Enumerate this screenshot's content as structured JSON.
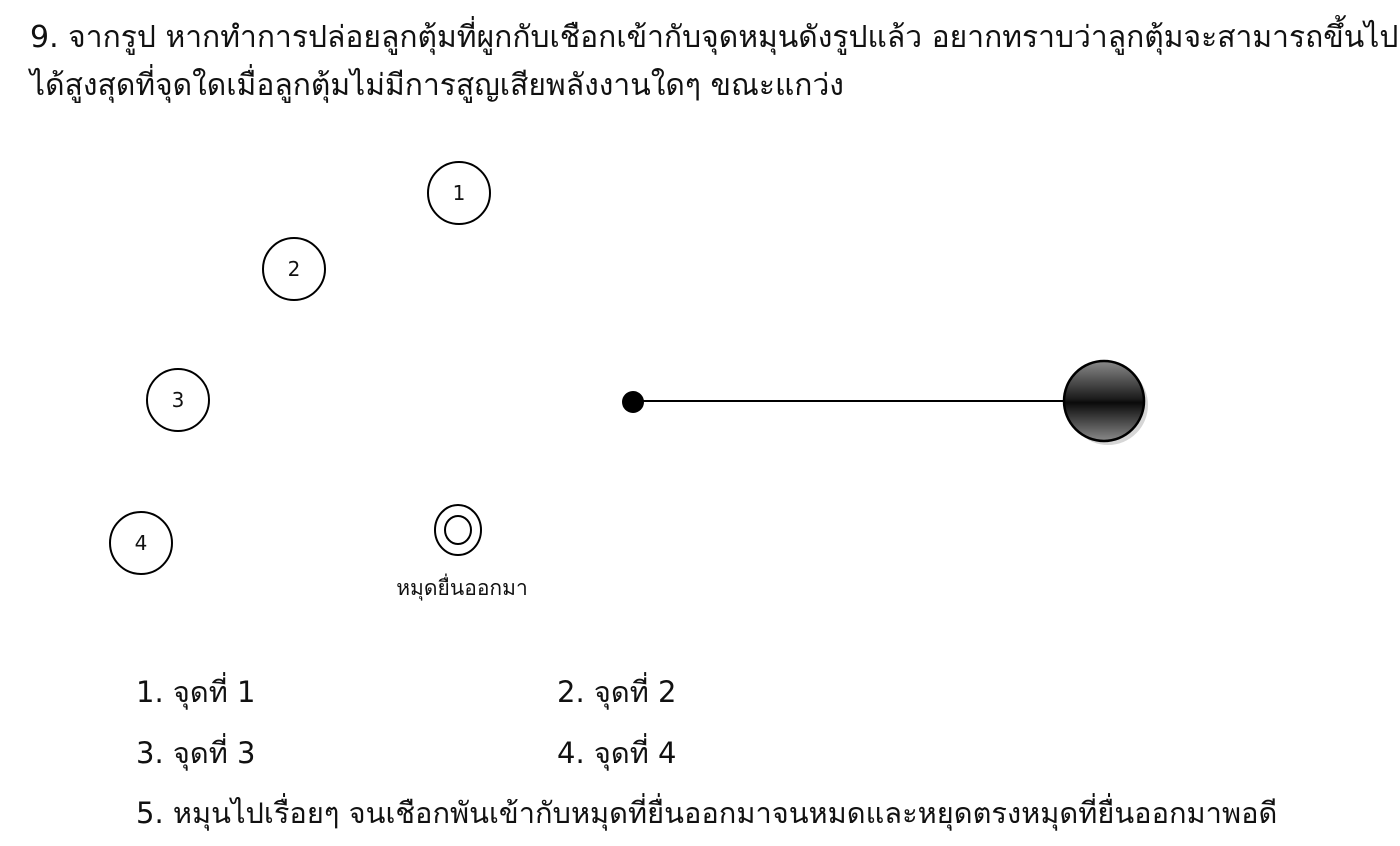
{
  "question": {
    "line1": "9. จากรูป หากทำการปล่อยลูกตุ้มที่ผูกกับเชือกเข้ากับจุดหมุนดังรูปแล้ว อยากทราบว่าลูกตุ้มจะสามารถขึ้นไป",
    "line2": "ได้สูงสุดที่จุดใดเมื่อลูกตุ้มไม่มีการสูญเสียพลังงานใดๆ ขณะแกว่ง"
  },
  "figure": {
    "points": [
      "1",
      "2",
      "3",
      "4"
    ],
    "peg_label": "หมุดยื่นออกมา",
    "colors": {
      "line": "#000000",
      "bob_dark": "#111111",
      "bob_light": "#9a9a9a"
    }
  },
  "choices": [
    "1. จุดที่ 1",
    "2. จุดที่ 2",
    "3. จุดที่ 3",
    "4. จุดที่ 4",
    "5. หมุนไปเรื่อยๆ จนเชือกพันเข้ากับหมุดที่ยื่นออกมาจนหมดและหยุดตรงหมุดที่ยื่นออกมาพอดี"
  ]
}
